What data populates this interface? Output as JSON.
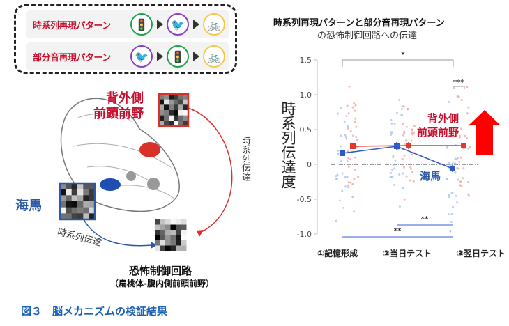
{
  "bubble": {
    "rows": [
      {
        "label": "時系列再現パターン",
        "icons": [
          "traffic-light",
          "crow",
          "bicycle"
        ]
      },
      {
        "label": "部分音再現パターン",
        "icons": [
          "crow",
          "traffic-light",
          "bicycle"
        ]
      }
    ]
  },
  "brain": {
    "dlpfc_label_1": "背外側",
    "dlpfc_label_2": "前頭前野",
    "hippo_label": "海馬",
    "arrow_red_label": "時系列伝達",
    "arrow_blue_label": "時系列伝達",
    "target_label": "恐怖制御回路",
    "target_sub": "（扁桃体-腹内側前頭前野）"
  },
  "chart_data": {
    "type": "line",
    "title": "時系列再現パターンと部分音再現パターン",
    "subtitle": "の恐怖制御回路への伝達",
    "ylabel": "時系列伝達度",
    "ylim": [
      -1.0,
      1.5
    ],
    "yticks": [
      "1.5",
      "1.0",
      "0.5",
      "0",
      "-0.5",
      "-1.0"
    ],
    "ytick_values": [
      1.5,
      1.0,
      0.5,
      0,
      -0.5,
      -1.0
    ],
    "categories": [
      "①記憶形成",
      "②当日テスト",
      "③翌日テスト"
    ],
    "series": [
      {
        "name": "海馬",
        "color": "#2d58c8",
        "values": [
          0.16,
          0.26,
          -0.06
        ],
        "err": [
          0.04,
          0.06,
          0.05
        ]
      },
      {
        "name": "背外側前頭前野",
        "color": "#e03a2e",
        "values": [
          0.26,
          0.27,
          0.27
        ],
        "err": [
          0.04,
          0.05,
          0.04
        ]
      }
    ],
    "series_label_red_1": "背外側",
    "series_label_red_2": "前頭前野",
    "series_label_blue": "海馬",
    "annotations": {
      "top": "*",
      "right": "***",
      "bottom1": "**",
      "bottom2": "**"
    }
  },
  "caption": "図３　脳メカニズムの検証結果"
}
